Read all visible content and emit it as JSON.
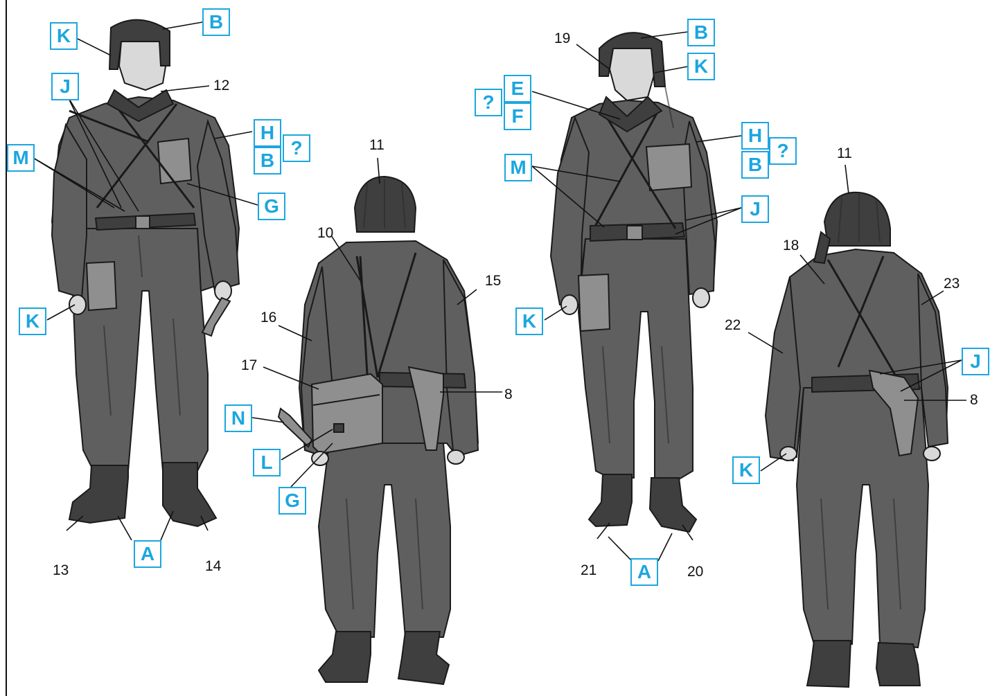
{
  "callouts": {
    "fig1": {
      "K_head": "K",
      "B_head": "B",
      "J": "J",
      "M": "M",
      "H": "H",
      "H_q": "?",
      "B_chest": "B",
      "G": "G",
      "K_hand": "K",
      "A": "A",
      "n12": "12",
      "n13": "13",
      "n14": "14"
    },
    "fig2": {
      "n11": "11",
      "n10": "10",
      "n15": "15",
      "n16": "16",
      "n17": "17",
      "n8": "8",
      "N": "N",
      "L": "L",
      "G": "G"
    },
    "fig3": {
      "n19": "19",
      "B": "B",
      "K_head": "K",
      "q": "?",
      "E": "E",
      "F": "F",
      "H": "H",
      "H_q": "?",
      "B_chest": "B",
      "M": "M",
      "J": "J",
      "K_hand": "K",
      "A": "A",
      "n21": "21",
      "n20": "20"
    },
    "fig4": {
      "n11": "11",
      "n18": "18",
      "n23": "23",
      "n22": "22",
      "J": "J",
      "n8": "8",
      "K": "K"
    }
  },
  "colors": {
    "callout_blue": "#1ba6e0",
    "uniform_gray": "#5f5f5f",
    "line_black": "#111111"
  }
}
